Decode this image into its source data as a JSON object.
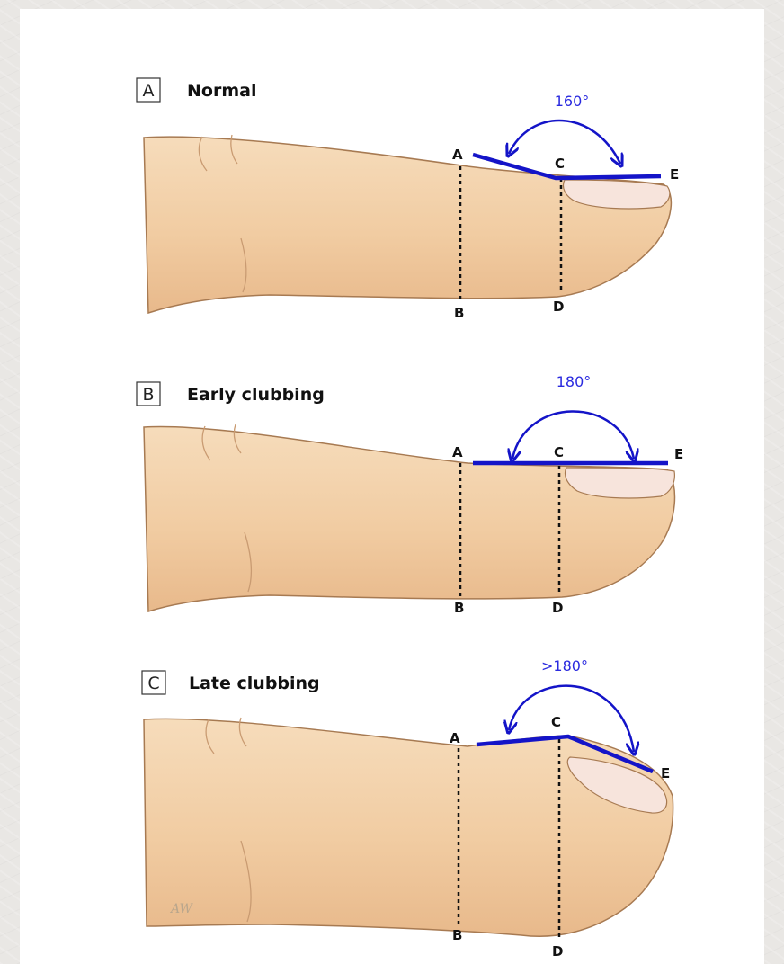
{
  "colors": {
    "background": "#e9e7e4",
    "card": "#ffffff",
    "skin": "#f3d2ab",
    "skin_shadow": "#e2b88c",
    "outline": "#a77a52",
    "nail": "#f7e4dc",
    "angle_line": "#1414c8",
    "angle_text": "#2a2adf"
  },
  "panels": [
    {
      "letter": "A",
      "title": "Normal",
      "angle": "160°",
      "points": [
        "A",
        "B",
        "C",
        "D",
        "E"
      ]
    },
    {
      "letter": "B",
      "title": "Early clubbing",
      "angle": "180°",
      "points": [
        "A",
        "B",
        "C",
        "D",
        "E"
      ]
    },
    {
      "letter": "C",
      "title": "Late clubbing",
      "angle": ">180°",
      "points": [
        "A",
        "B",
        "C",
        "D",
        "E"
      ]
    }
  ],
  "signature": "AW"
}
